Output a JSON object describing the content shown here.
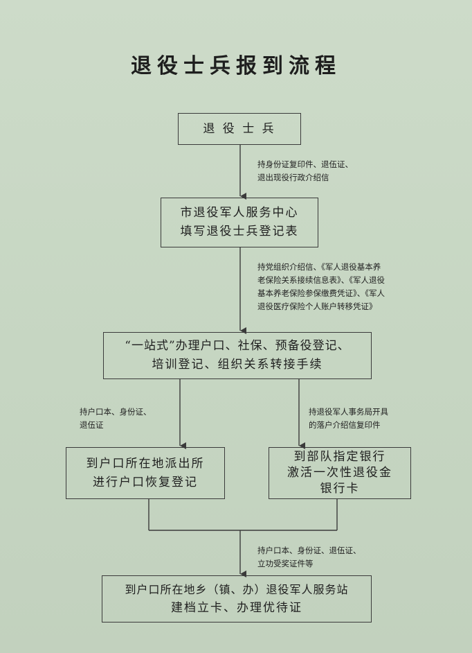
{
  "title": "退役士兵报到流程",
  "nodes": {
    "start": {
      "lines": [
        "退 役 士 兵"
      ]
    },
    "center": {
      "lines": [
        "市退役军人服务中心",
        "填写退役士兵登记表"
      ]
    },
    "onestop": {
      "lines": [
        "“一站式”办理户口、社保、预备役登记、",
        "培训登记、组织关系转接手续"
      ]
    },
    "police": {
      "lines": [
        "到户口所在地派出所",
        "进行户口恢复登记"
      ]
    },
    "bank": {
      "lines": [
        "到部队指定银行",
        "激活一次性退役金",
        "银行卡"
      ]
    },
    "station": {
      "lines": [
        "到户口所在地乡（镇、办）退役军人服务站",
        "建档立卡、办理优待证"
      ]
    }
  },
  "notes": {
    "n1": [
      "持身份证复印件、退伍证、",
      "退出现役行政介绍信"
    ],
    "n2": [
      "持党组织介绍信、《军人退役基本养",
      "老保险关系接续信息表》、《军人退役",
      "基本养老保险参保缴费凭证》、《军人",
      "退役医疗保险个人账户转移凭证》"
    ],
    "n3": [
      "持户口本、身份证、",
      "退伍证"
    ],
    "n4": [
      "持退役军人事务局开具",
      "的落户介绍信复印件"
    ],
    "n5": [
      "持户口本、身份证、退伍证、",
      "立功受奖证件等"
    ]
  }
}
